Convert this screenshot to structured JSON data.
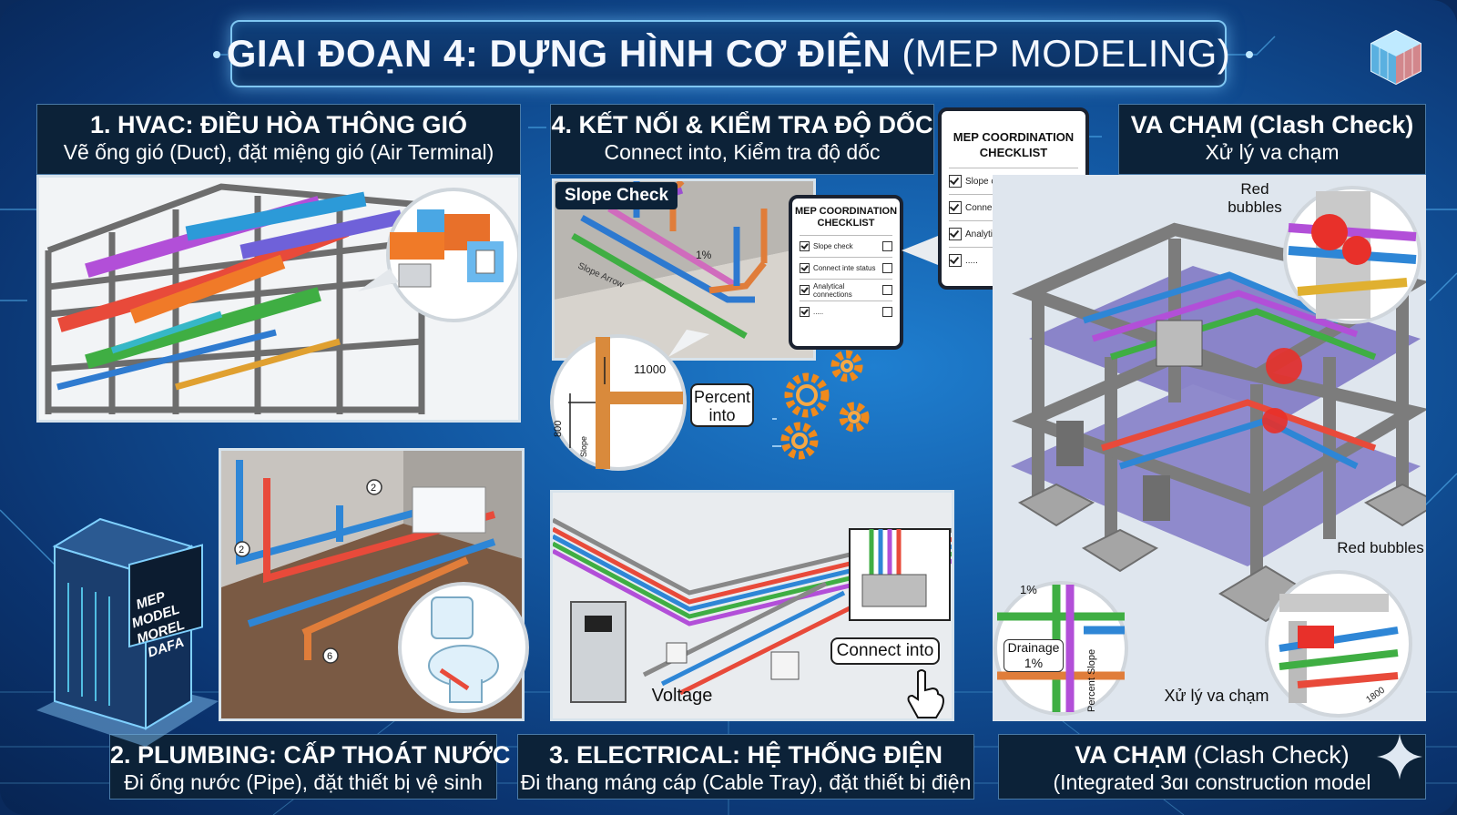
{
  "title": {
    "main": "GIAI ĐOẠN 4: DỰNG HÌNH CƠ ĐIỆN",
    "paren": "(MEP MODELING)"
  },
  "hvac": {
    "heading": "1. HVAC: ĐIỀU HÒA THÔNG GIÓ",
    "sub": "Vẽ ống gió (Duct), đặt miệng gió (Air Terminal)"
  },
  "connect": {
    "heading": "4. KẾT NỐI & KIỂM TRA ĐỘ DỐC",
    "sub": "Connect into, Kiểm tra độ dốc",
    "slope_tag": "Slope Check",
    "slope_pct": "1%",
    "slope_arrow": "Slope Arrow",
    "dim_11000": "11000",
    "dim_800": "800",
    "dim_slope": "Slope",
    "percent_into": "Percent into"
  },
  "checklist_large": {
    "title": "MEP COORDINATION CHECKLIST",
    "items": [
      {
        "label": "Slope check",
        "checked": true
      },
      {
        "label": "Connect into status",
        "checked": true
      },
      {
        "label": "Analytical connections",
        "checked": true
      },
      {
        "label": ".....",
        "checked": true
      }
    ]
  },
  "checklist_small": {
    "title": "MEP COORDINATION CHECKLIST",
    "items": [
      {
        "label": "Slope check",
        "checked": true
      },
      {
        "label": "Connect inte status",
        "checked": true
      },
      {
        "label": "Analytical connections",
        "checked": true
      },
      {
        "label": ".....",
        "checked": true
      }
    ]
  },
  "clash_top": {
    "heading": "VA CHẠM (Clash Check)",
    "sub": "Xử lý va chạm"
  },
  "plumbing": {
    "heading": "2. PLUMBING: CẤP THOÁT NƯỚC",
    "sub": "Đi ống nước (Pipe), đặt thiết bị vệ sinh",
    "marker_2a": "2",
    "marker_2b": "2",
    "marker_6": "6"
  },
  "electrical": {
    "heading": "3. ELECTRICAL: HỆ THỐNG ĐIỆN",
    "sub": "Đi thang máng cáp (Cable Tray), đặt thiết bị điện",
    "voltage": "Voltage",
    "connect_into": "Connect into"
  },
  "clash_bottom": {
    "heading": "VA CHẠM",
    "heading_paren": "(Clash Check)",
    "sub": "(Integrated 3ɑı construction model"
  },
  "clash_labels": {
    "red_bubbles_top": "Red bubbles",
    "red_bubbles_right": "Red bubbles",
    "xu_ly": "Xử lý va chạm",
    "drainage": "Drainage 1%",
    "pct": "1%",
    "percent_slope": "Percent Slope",
    "dim": "1800"
  },
  "server": {
    "label": "MEP MODEL MOREL DAFA"
  },
  "colors": {
    "accent_blue": "#2b7fff",
    "header_bg": "#0c2238",
    "clash_red": "#e8302a",
    "duct_orange": "#f07a28",
    "duct_purple": "#a14fd6",
    "pipe_green": "#3fb43f",
    "gear_orange": "#f08a1c"
  }
}
